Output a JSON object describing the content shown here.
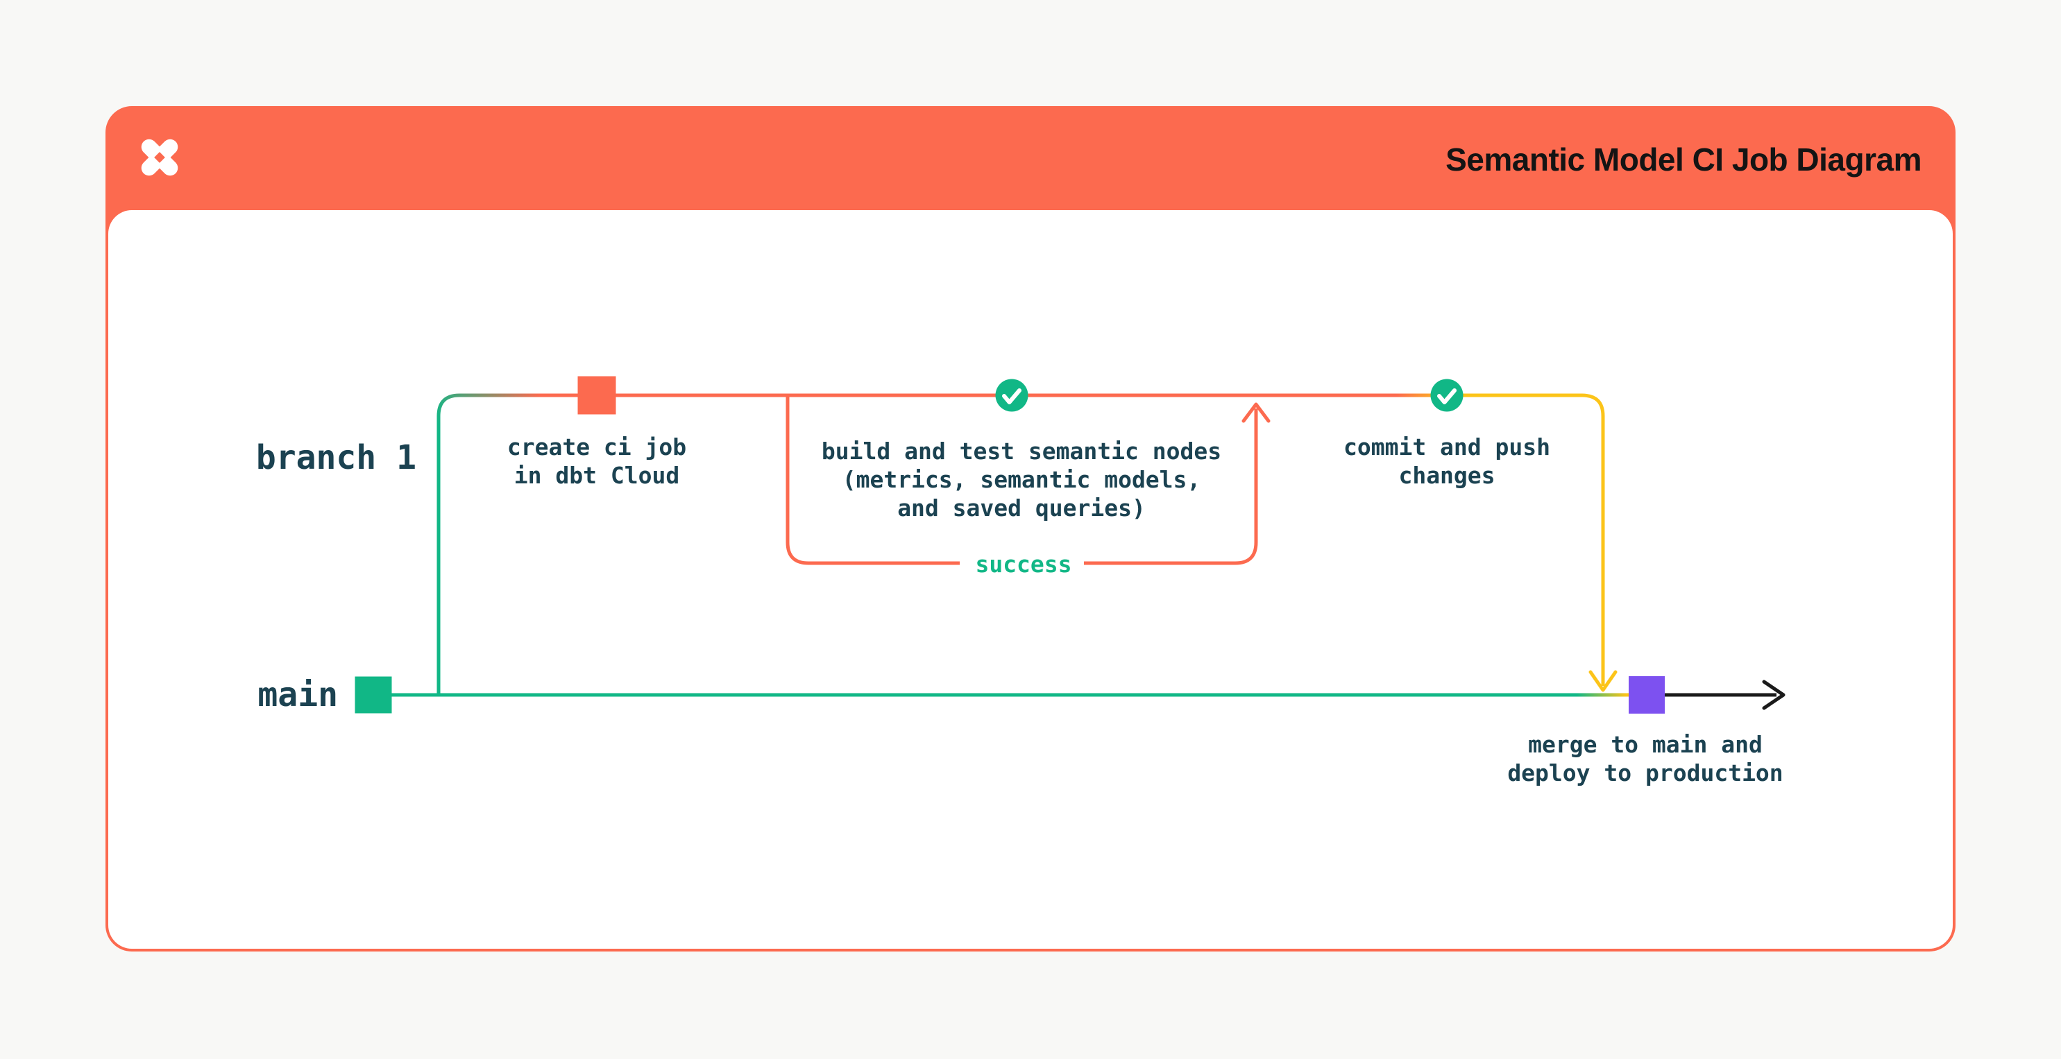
{
  "header": {
    "title": "Semantic Model CI Job Diagram",
    "logo": "dbt-logo"
  },
  "diagram": {
    "branch_labels": {
      "branch1": "branch 1",
      "main": "main"
    },
    "steps": {
      "create_ci": "create ci job\nin dbt Cloud",
      "build_test": "build and test semantic nodes\n(metrics, semantic models,\nand saved queries)",
      "success": "success",
      "commit_push": "commit and push\nchanges",
      "merge_deploy": "merge to main and\ndeploy to production"
    },
    "markers": {
      "main_start": "green-square",
      "create_ci_commit": "orange-square",
      "build_test_check": "green-check-circle",
      "commit_push_check": "green-check-circle",
      "merge_commit": "purple-square"
    },
    "colors": {
      "orange": "#fc6a4f",
      "green": "#11b786",
      "yellow": "#fcc419",
      "purple": "#7d51f0",
      "text_dark": "#1b4251",
      "title_text": "#141414",
      "arrow_black": "#1a1a1a",
      "page_bg": "#f8f8f6",
      "card_bg": "#ffffff"
    }
  }
}
